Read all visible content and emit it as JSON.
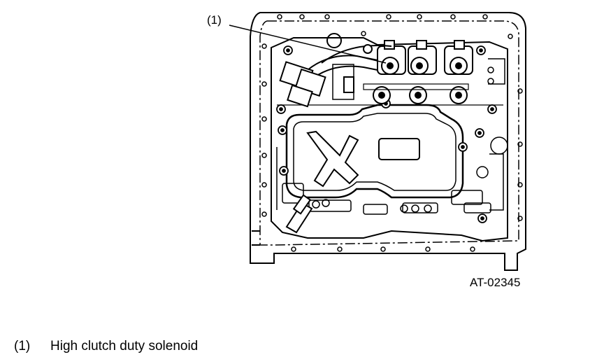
{
  "figure": {
    "callout_label": "(1)",
    "figure_code": "AT-02345"
  },
  "legend": {
    "items": [
      {
        "number": "(1)",
        "text": "High clutch duty solenoid"
      }
    ]
  }
}
